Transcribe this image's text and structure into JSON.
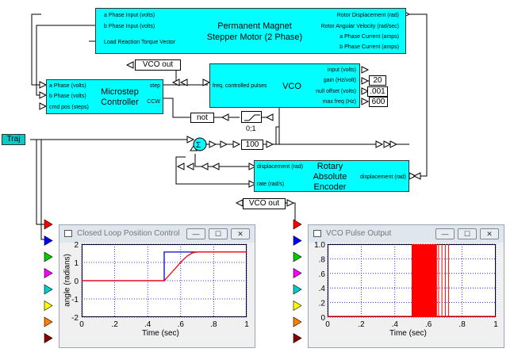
{
  "pmsm": {
    "title_l1": "Permanent Magnet",
    "title_l2": "Stepper Motor (2 Phase)",
    "in1": "a Phase  Input (volts)",
    "in2": "b Phase Input (volts)",
    "in3": "Load Reaction Torque Vector",
    "out1": "Rotor Displacement (rad)",
    "out2": "Rotor Angular Velocity (rad/sec)",
    "out3": "a Phase Current (amps)",
    "out4": "b Phase Current (amps)"
  },
  "microstep": {
    "title_l1": "Microstep",
    "title_l2": "Controller",
    "in1": "a Phase (volts)",
    "in2": "b Phase (volts)",
    "in3": "cmd pos (steps)",
    "out1": "step",
    "out2": "CCW"
  },
  "vco": {
    "title": "VCO",
    "in1": "freq. controlled pulses",
    "out1": "input   (volts)",
    "out2": "gain (Hz/volt)",
    "out3": "null offset (volts)",
    "out4": "max freq (Hz)",
    "gain": "20",
    "null_offset": ".001",
    "max_freq": "600"
  },
  "vco_out_top": "VCO  out",
  "vco_out_bottom": "VCO  out",
  "not_label": "not",
  "limit_label": "0;1",
  "gain_100": "100",
  "traj_label": "Traj",
  "encoder": {
    "title_l1": "Rotary",
    "title_l2": "Absolute",
    "title_l3": "Encoder",
    "in1": "displacement (rad)",
    "in2": "rate (rad/s)",
    "out1": "displacement (rad)"
  },
  "colors": {
    "block": "#00ffff",
    "traj": "#00cccc",
    "trace_red": "#ff0000",
    "trace_blue": "#0000cc",
    "connector_colors": [
      "#ff0000",
      "#0000ff",
      "#00cc00",
      "#ff00ff",
      "#00cccc",
      "#ffff00",
      "#ff8000",
      "#880000"
    ]
  },
  "left_plot": {
    "window_title": "Closed Loop Position Control",
    "ylabel": "angle (radians)",
    "xlabel": "Time (sec)",
    "yticks": [
      "2",
      "1",
      "0",
      "-1",
      "-2"
    ],
    "xticks": [
      "0",
      ".2",
      ".4",
      ".6",
      ".8",
      "1"
    ],
    "btn_min": "—",
    "btn_max": "☐",
    "btn_close": "✕"
  },
  "right_plot": {
    "window_title": "VCO Pulse Output",
    "xlabel": "Time (sec)",
    "yticks": [
      "1.0",
      ".8",
      ".6",
      ".4",
      ".2",
      "0"
    ],
    "xticks": [
      "0",
      ".2",
      ".4",
      ".6",
      ".8",
      "1"
    ],
    "btn_min": "—",
    "btn_max": "☐",
    "btn_close": "✕"
  },
  "chart_data": [
    {
      "type": "line",
      "title": "Closed Loop Position Control",
      "xlabel": "Time (sec)",
      "ylabel": "angle (radians)",
      "xlim": [
        0,
        1
      ],
      "ylim": [
        -2,
        2
      ],
      "grid": true,
      "series": [
        {
          "color": "#0000cc",
          "x": [
            0,
            0.5,
            0.5,
            1.0
          ],
          "y": [
            0,
            0,
            1.57,
            1.57
          ]
        },
        {
          "color": "#ff0000",
          "x": [
            0,
            0.5,
            0.52,
            0.55,
            0.58,
            0.61,
            0.64,
            0.67,
            0.7,
            1.0
          ],
          "y": [
            0,
            0,
            0.2,
            0.5,
            0.8,
            1.1,
            1.35,
            1.52,
            1.57,
            1.57
          ]
        }
      ]
    },
    {
      "type": "line",
      "title": "VCO Pulse Output",
      "xlabel": "Time (sec)",
      "ylabel": "",
      "xlim": [
        0,
        1
      ],
      "ylim": [
        0,
        1.0
      ],
      "grid": true,
      "pulse_band": [
        0.5,
        0.65
      ],
      "pulse_lines": [
        0.66,
        0.68,
        0.7,
        0.72
      ],
      "series": [
        {
          "color": "#ff0000",
          "x": [
            0,
            0.5,
            0.5,
            0.65,
            0.65,
            1.0
          ],
          "y": [
            0,
            0,
            1,
            1,
            0,
            0
          ]
        }
      ]
    }
  ]
}
